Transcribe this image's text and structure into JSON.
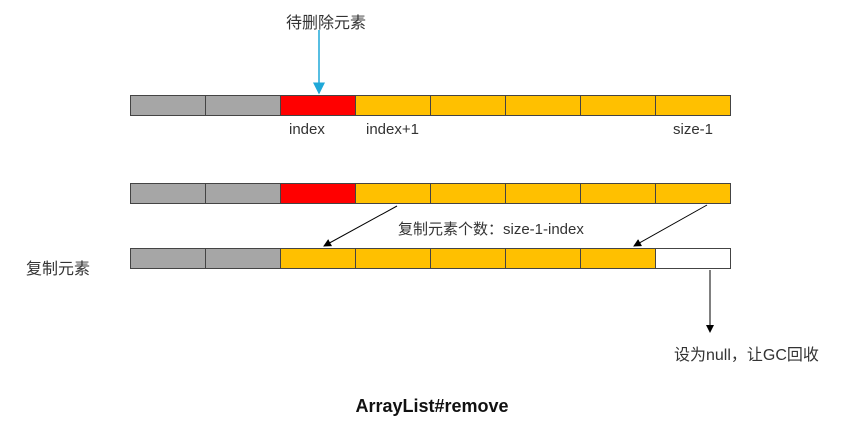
{
  "annotations": {
    "to_delete": "待删除元素",
    "index": "index",
    "index_plus_1": "index+1",
    "size_minus_1": "size-1",
    "copy_count": "复制元素个数：size-1-index",
    "copy_elements": "复制元素",
    "set_null": "设为null，让GC回收"
  },
  "title": "ArrayList#remove",
  "rows": [
    {
      "name": "before",
      "cells": [
        "gray",
        "gray",
        "red",
        "yellow",
        "yellow",
        "yellow",
        "yellow",
        "yellow"
      ]
    },
    {
      "name": "source",
      "cells": [
        "gray",
        "gray",
        "red",
        "yellow",
        "yellow",
        "yellow",
        "yellow",
        "yellow"
      ]
    },
    {
      "name": "after",
      "cells": [
        "gray",
        "gray",
        "yellow",
        "yellow",
        "yellow",
        "yellow",
        "yellow",
        "empty"
      ]
    }
  ],
  "colors": {
    "gray": "#a6a6a6",
    "red": "#ff0000",
    "yellow": "#ffc000",
    "arrow_cyan": "#1fa8d8",
    "arrow_black": "#000000"
  }
}
